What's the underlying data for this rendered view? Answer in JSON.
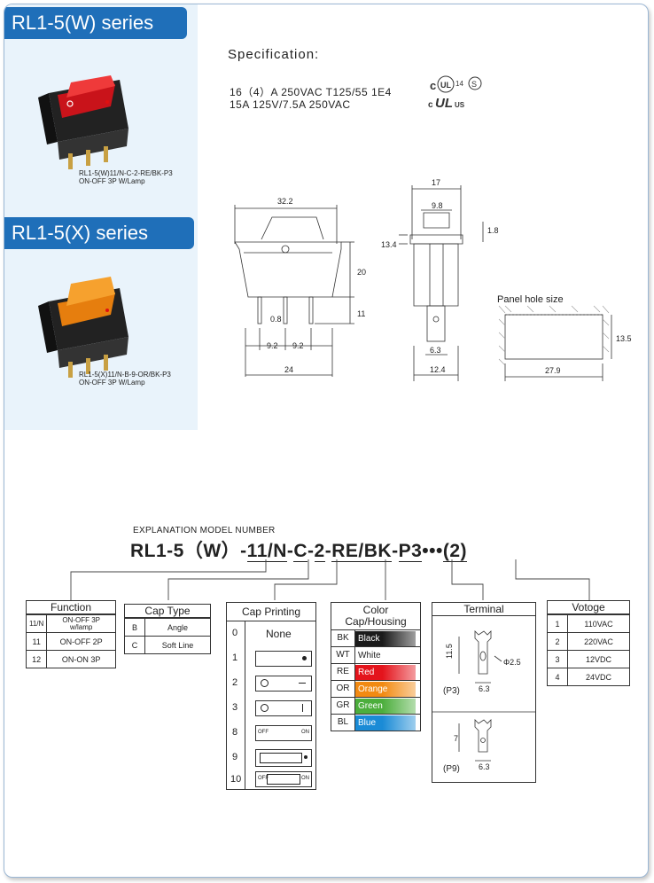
{
  "series": [
    {
      "title": "RL1-5(W) series",
      "code": "RL1-5(W)11/N-C-2-RE/BK-P3",
      "desc": "ON-OFF 3P W/Lamp",
      "cap_color": "#d8141a"
    },
    {
      "title": "RL1-5(X) series",
      "code": "RL1-5(X)11/N-B-9-OR/BK-P3",
      "desc": "ON-OFF 3P W/Lamp",
      "cap_color": "#f08a10"
    }
  ],
  "spec": {
    "title": "Specification:",
    "line1": "16（4）A 250VAC  T125/55  1E4",
    "line2": "15A  125V/7.5A  250VAC"
  },
  "drawing": {
    "front": {
      "width_top": "32.2",
      "height": "20",
      "pins": "11",
      "pin_w": "0.8",
      "pitch1": "9.2",
      "pitch2": "9.2",
      "base": "24"
    },
    "side": {
      "width_top": "17",
      "cap": "9.8",
      "flange": "1.8",
      "body": "13.4",
      "term": "6.3",
      "base": "12.4"
    },
    "panel": {
      "label": "Panel hole size",
      "h": "13.5",
      "w": "27.9"
    }
  },
  "model": {
    "explain": "EXPLANATION MODEL NUMBER",
    "parts": [
      "RL1-5（W）",
      "11/N",
      "C",
      "2",
      "RE/BK",
      "P3",
      "(2)"
    ],
    "seps": [
      "-",
      "-",
      "-",
      "-",
      "-",
      "•••"
    ]
  },
  "function": {
    "title": "Function",
    "rows": [
      [
        "11/N",
        "ON-OFF  3P",
        "w/lamp"
      ],
      [
        "11",
        "ON-OFF  2P",
        ""
      ],
      [
        "12",
        "ON-ON  3P",
        ""
      ]
    ]
  },
  "cap_type": {
    "title": "Cap Type",
    "rows": [
      [
        "B",
        "Angle"
      ],
      [
        "C",
        "Soft Line"
      ]
    ]
  },
  "cap_printing": {
    "title": "Cap Printing",
    "rows": [
      "0",
      "1",
      "2",
      "3",
      "8",
      "9",
      "10"
    ],
    "none": "None",
    "off": "OFF",
    "on": "ON"
  },
  "color": {
    "title1": "Color",
    "title2": "Cap/Housing",
    "rows": [
      {
        "code": "BK",
        "name": "Black",
        "bg": "#1a1a1a"
      },
      {
        "code": "WT",
        "name": "White",
        "bg": "#ffffff"
      },
      {
        "code": "RE",
        "name": "Red",
        "bg": "#e4141c"
      },
      {
        "code": "OR",
        "name": "Orange",
        "bg": "#f28a12"
      },
      {
        "code": "GR",
        "name": "Green",
        "bg": "#4cae3c"
      },
      {
        "code": "BL",
        "name": "Blue",
        "bg": "#1a8bd6"
      }
    ]
  },
  "terminal": {
    "title": "Terminal",
    "p3": "(P3)",
    "p9": "(P9)",
    "len3": "11.5",
    "hole": "Φ2.5",
    "w3": "6.3",
    "len9": "7",
    "w9": "6.3"
  },
  "voltage": {
    "title": "Votoge",
    "rows": [
      [
        "1",
        "110VAC"
      ],
      [
        "2",
        "220VAC"
      ],
      [
        "3",
        "12VDC"
      ],
      [
        "4",
        "24VDC"
      ]
    ]
  }
}
